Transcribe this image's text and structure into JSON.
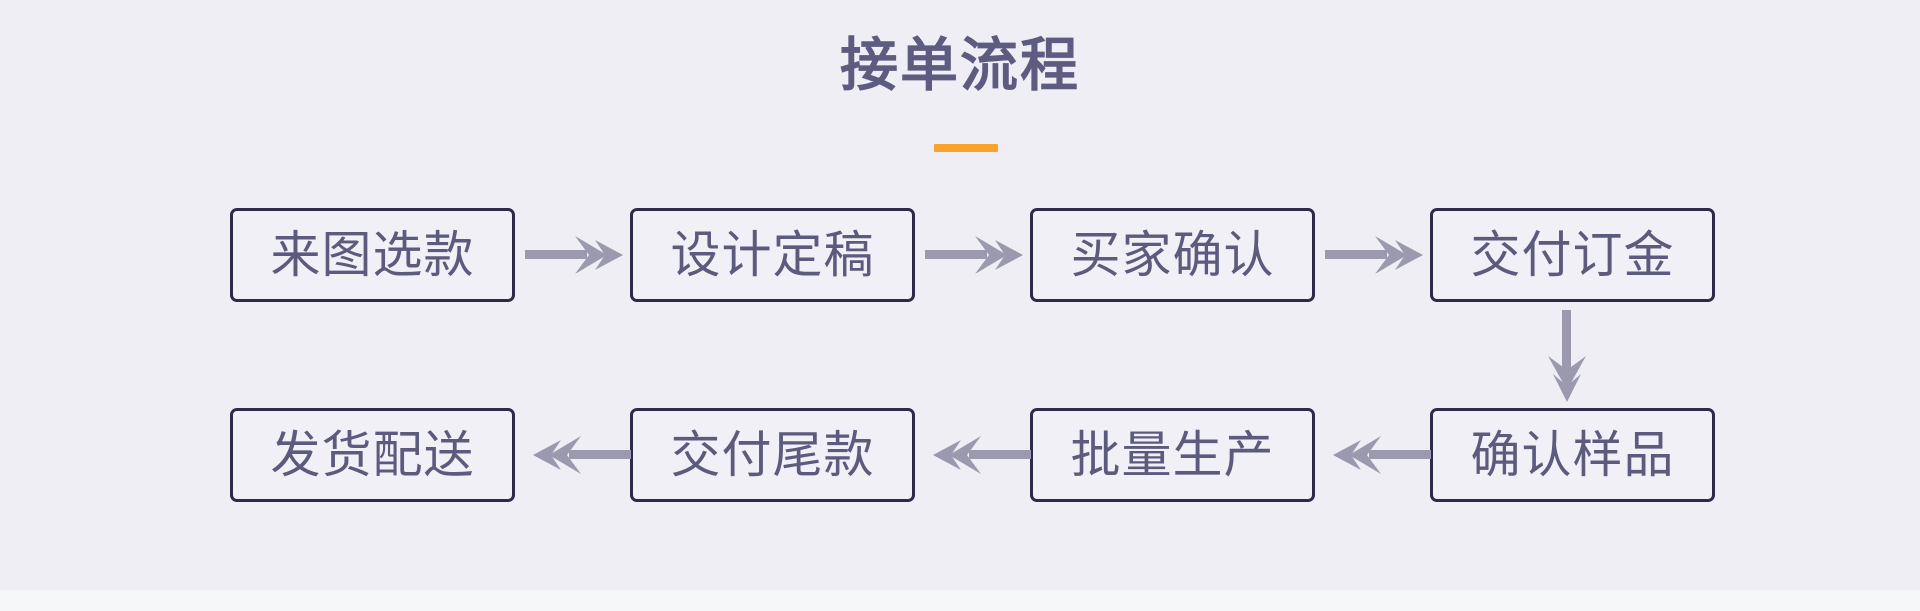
{
  "page": {
    "title": "接单流程",
    "background_color": "#efeef5",
    "footer_band_color": "#f6f7f9",
    "accent_color": "#f9a32c",
    "title_color": "#5d5b80",
    "node_border_color": "#2e2b4a",
    "node_fill_color": "#f1f0f6",
    "node_text_color": "#5c5a7d",
    "arrow_color": "#9a99ae"
  },
  "flow": {
    "row1": [
      {
        "id": "step-1",
        "label": "来图选款"
      },
      {
        "id": "step-2",
        "label": "设计定稿"
      },
      {
        "id": "step-3",
        "label": "买家确认"
      },
      {
        "id": "step-4",
        "label": "交付订金"
      }
    ],
    "row2": [
      {
        "id": "step-8",
        "label": "发货配送"
      },
      {
        "id": "step-7",
        "label": "交付尾款"
      },
      {
        "id": "step-6",
        "label": "批量生产"
      },
      {
        "id": "step-5",
        "label": "确认样品"
      }
    ],
    "connectors": [
      {
        "id": "arrow-1-2",
        "direction": "right"
      },
      {
        "id": "arrow-2-3",
        "direction": "right"
      },
      {
        "id": "arrow-3-4",
        "direction": "right"
      },
      {
        "id": "arrow-4-5",
        "direction": "down"
      },
      {
        "id": "arrow-5-6",
        "direction": "left"
      },
      {
        "id": "arrow-6-7",
        "direction": "left"
      },
      {
        "id": "arrow-7-8",
        "direction": "left"
      }
    ]
  }
}
